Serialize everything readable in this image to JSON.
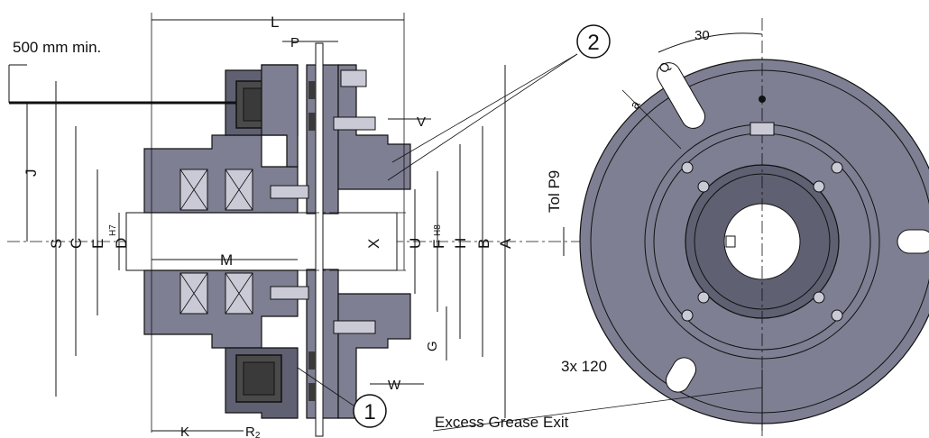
{
  "labels": {
    "cable_min": "500 mm min.",
    "L": "L",
    "P": "P",
    "V": "V",
    "G": "G",
    "W": "W",
    "K": "K",
    "R": "R",
    "R_sub": "2",
    "M": "M",
    "J": "J",
    "S": "S",
    "C": "C",
    "E": "E",
    "D": "D",
    "D_fit": "H7",
    "X": "X",
    "U": "U",
    "F": "F",
    "F_fit": "H8",
    "H": "H",
    "B": "B",
    "A": "A",
    "keyway_tol": "Tol P9",
    "angle_30": "30",
    "Q": "Q",
    "a": "a",
    "holes": "3x 120",
    "grease_exit": "Excess Grease Exit"
  },
  "callouts": {
    "one": "1",
    "two": "2"
  }
}
